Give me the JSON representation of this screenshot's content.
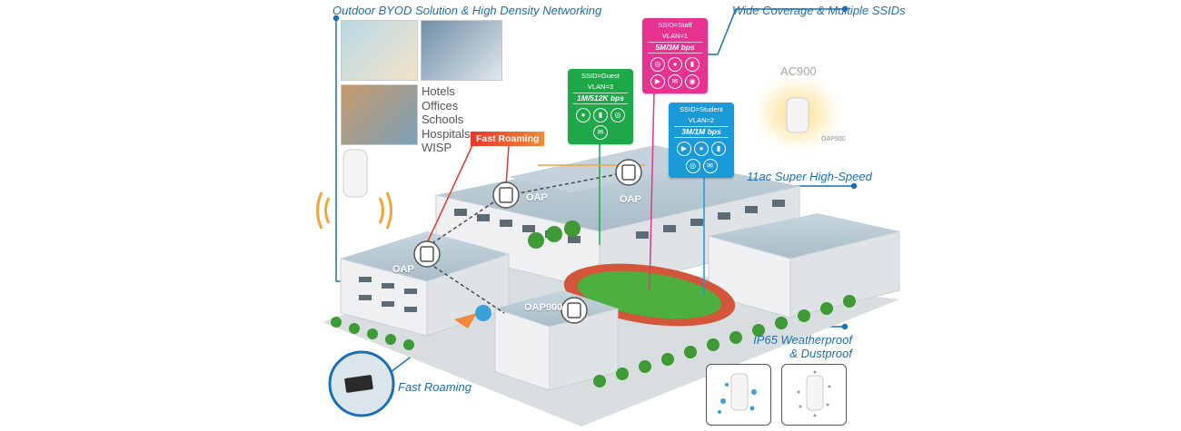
{
  "captions": {
    "byod": "Outdoor BYOD Solution & High Density Networking",
    "coverage": "Wide Coverage & Multiple SSIDs",
    "high_speed": "11ac Super High-Speed",
    "weatherproof_line1": "IP65 Weatherproof",
    "weatherproof_line2": "& Dustproof",
    "fast_roaming_bottom": "Fast Roaming"
  },
  "use_cases": [
    "Hotels",
    "Offices",
    "Schools",
    "Hospitals",
    "WISP"
  ],
  "fast_roaming_label": "Fast Roaming",
  "oap_labels": {
    "left": "OAP",
    "center": "OAP",
    "right": "OAP",
    "courtyard": "OAP900"
  },
  "ssids": [
    {
      "ssid": "SSID=Guest",
      "vlan": "VLAN=3",
      "rate": "1M/512K bps",
      "color": "#1ea84a"
    },
    {
      "ssid": "SSID=Staff",
      "vlan": "VLAN=1",
      "rate": "5M/3M bps",
      "color": "#e5338f"
    },
    {
      "ssid": "SSID=Student",
      "vlan": "VLAN=2",
      "rate": "3M/1M bps",
      "color": "#1b9ad8"
    }
  ],
  "product": {
    "model": "AC900",
    "device_label": "OAP900"
  },
  "colors": {
    "accent_blue": "#1a6fb5",
    "roof": "#b7cad5",
    "wall": "#eef0f1",
    "grass": "#4caf3e",
    "track": "#d3553a"
  }
}
